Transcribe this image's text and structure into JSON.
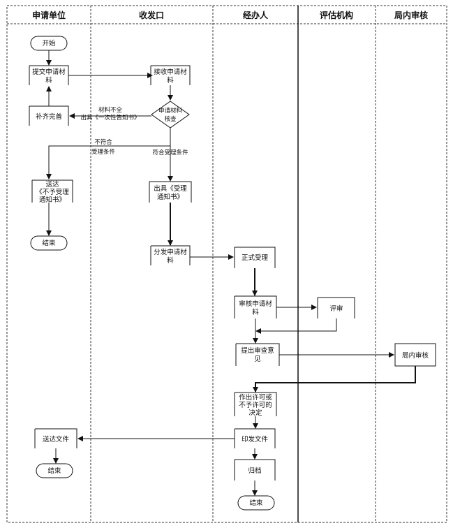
{
  "lanes": {
    "applicant": "申请单位",
    "reception": "收发口",
    "handler": "经办人",
    "evaluator": "评估机构",
    "review": "局内审核"
  },
  "nodes": {
    "start": "开始",
    "submit_l1": "提交申请材",
    "submit_l2": "料",
    "supplement": "补齐完善",
    "receive_l1": "接收申请材",
    "receive_l2": "料",
    "check_l1": "申请材料",
    "check_l2": "核查",
    "send_notice_l1": "送达",
    "send_notice_l2": "《不予受理",
    "send_notice_l3": "通知书》",
    "end1": "结束",
    "issue_l1": "出具《受理",
    "issue_l2": "通知书》",
    "distribute_l1": "分发申请材",
    "distribute_l2": "料",
    "formal_accept": "正式受理",
    "review_l1": "审核申请材",
    "review_l2": "料",
    "assess": "评审",
    "opinion_l1": "提出审查意",
    "opinion_l2": "见",
    "internal_review": "局内审核",
    "decision_l1": "作出许可或",
    "decision_l2": "不予许可的",
    "decision_l3": "决定",
    "print_doc": "印发文件",
    "deliver_doc": "送达文件",
    "end2": "结束",
    "archive": "归档",
    "end3": "结束"
  },
  "edges": {
    "incomplete_l1": "材料不全",
    "incomplete_l2": "出具《一次性告知书》",
    "not_meet_l1": "不符合",
    "not_meet_l2": "受理条件",
    "meet": "符合受理条件"
  }
}
